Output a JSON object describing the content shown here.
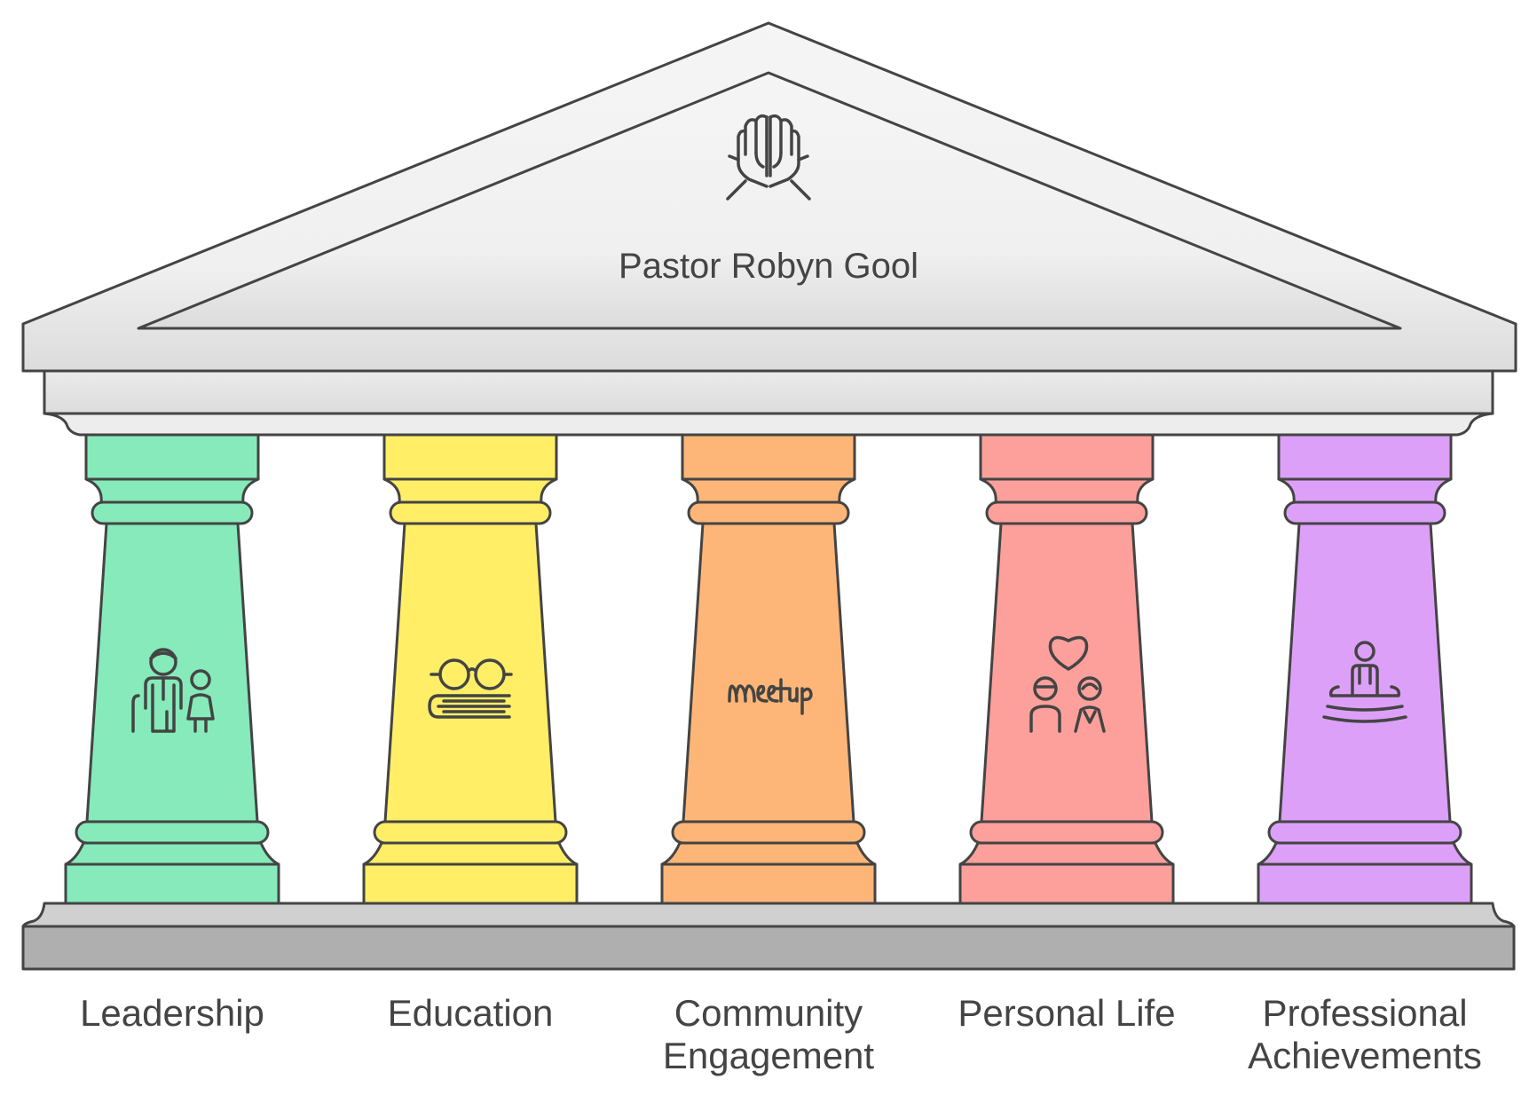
{
  "title": "Pastor Robyn Gool",
  "title_icon": "praying-hands-icon",
  "pillars": [
    {
      "id": "leadership",
      "label_lines": [
        "Leadership"
      ],
      "color": "#86EABA",
      "icon": "mentor-child-icon"
    },
    {
      "id": "education",
      "label_lines": [
        "Education"
      ],
      "color": "#FFEE66",
      "icon": "glasses-books-icon"
    },
    {
      "id": "community-engagement",
      "label_lines": [
        "Community",
        "Engagement"
      ],
      "color": "#FDB677",
      "icon": "meetup-logo-icon"
    },
    {
      "id": "personal-life",
      "label_lines": [
        "Personal Life"
      ],
      "color": "#FDA09B",
      "icon": "couple-heart-icon"
    },
    {
      "id": "professional-achievements",
      "label_lines": [
        "Professional",
        "Achievements"
      ],
      "color": "#DDA0F8",
      "icon": "person-podium-icon"
    }
  ],
  "colors": {
    "roof_top": "#F5F5F5",
    "roof_bottom": "#DCDCDC",
    "beam": "#E2E2E2",
    "base_top": "#D0D0D0",
    "base_bottom": "#AFAFAF",
    "outline": "#444444"
  }
}
